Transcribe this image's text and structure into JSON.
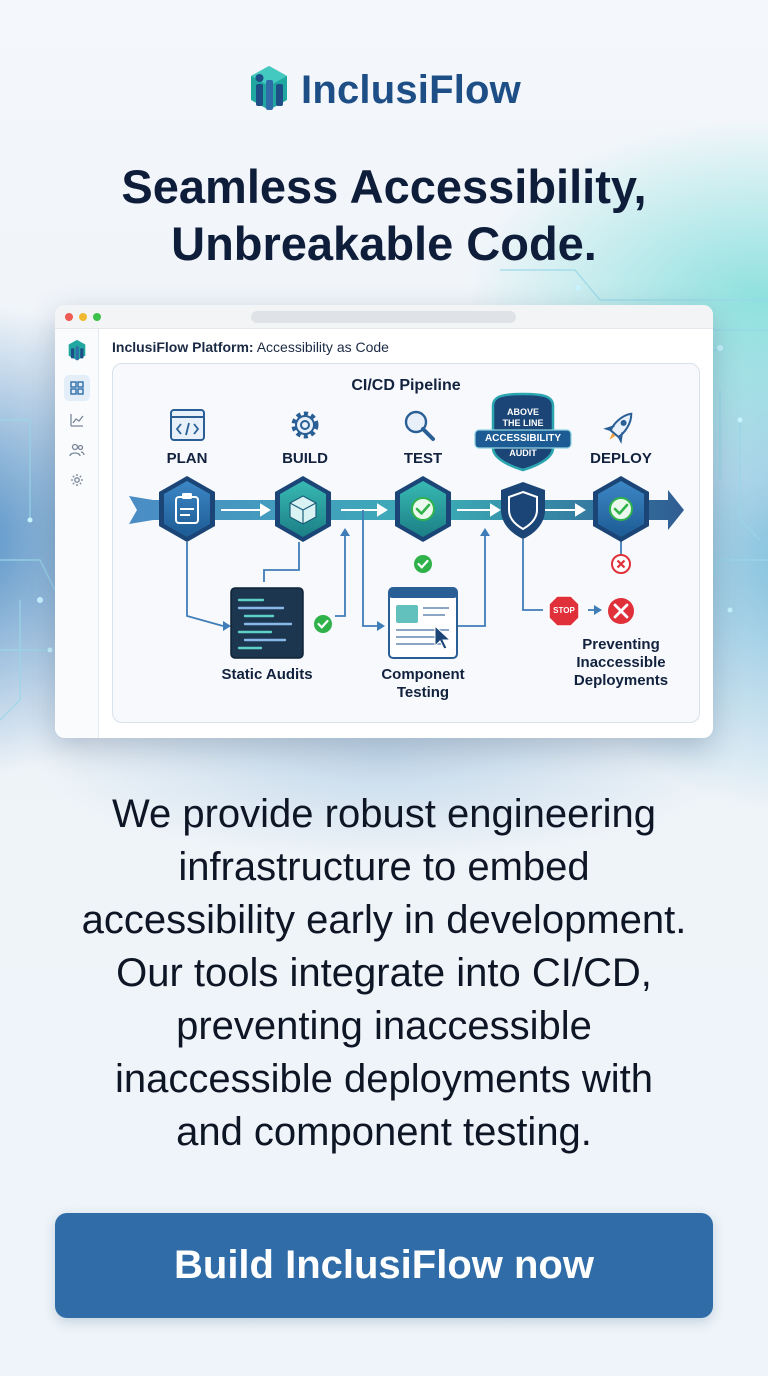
{
  "brand": {
    "name": "InclusiFlow"
  },
  "headline": {
    "line1": "Seamless Accessibility,",
    "line2": "Unbreakable Code."
  },
  "window": {
    "title_bold": "InclusiFlow Platform:",
    "title_rest": " Accessibility as Code",
    "sidebar_icons": [
      "dashboard-icon",
      "chart-icon",
      "users-icon",
      "settings-icon"
    ],
    "panel": {
      "title": "CI/CD Pipeline",
      "stages": [
        {
          "label": "PLAN",
          "icon": "code-icon"
        },
        {
          "label": "BUILD",
          "icon": "gear-icon"
        },
        {
          "label": "TEST",
          "icon": "magnifier-icon"
        },
        {
          "label": "DEPLOY",
          "icon": "rocket-icon"
        }
      ],
      "audit_badge": {
        "line1": "ABOVE",
        "line2": "THE LINE",
        "line3": "ACCESSIBILITY",
        "line4": "AUDIT"
      },
      "static_audits": "Static Audits",
      "component_testing": {
        "line1": "Component",
        "line2": "Testing"
      },
      "stop_label": "STOP",
      "preventing": {
        "line1": "Preventing",
        "line2": "Inaccessible",
        "line3": "Deployments"
      }
    }
  },
  "body": {
    "lines": [
      "We provide robust engineering",
      "infrastructure to embed",
      "accessibility early in development.",
      "Our tools integrate into CI/CD,",
      "preventing inaccessible",
      "inaccessible deployments with",
      "and component testing."
    ]
  },
  "cta": {
    "label": "Build InclusiFlow now"
  },
  "colors": {
    "brand": "#1d4e86",
    "accent": "#2f6ca8",
    "teal": "#1fa7a0",
    "check": "#2fb24a",
    "stop": "#e0303a"
  }
}
